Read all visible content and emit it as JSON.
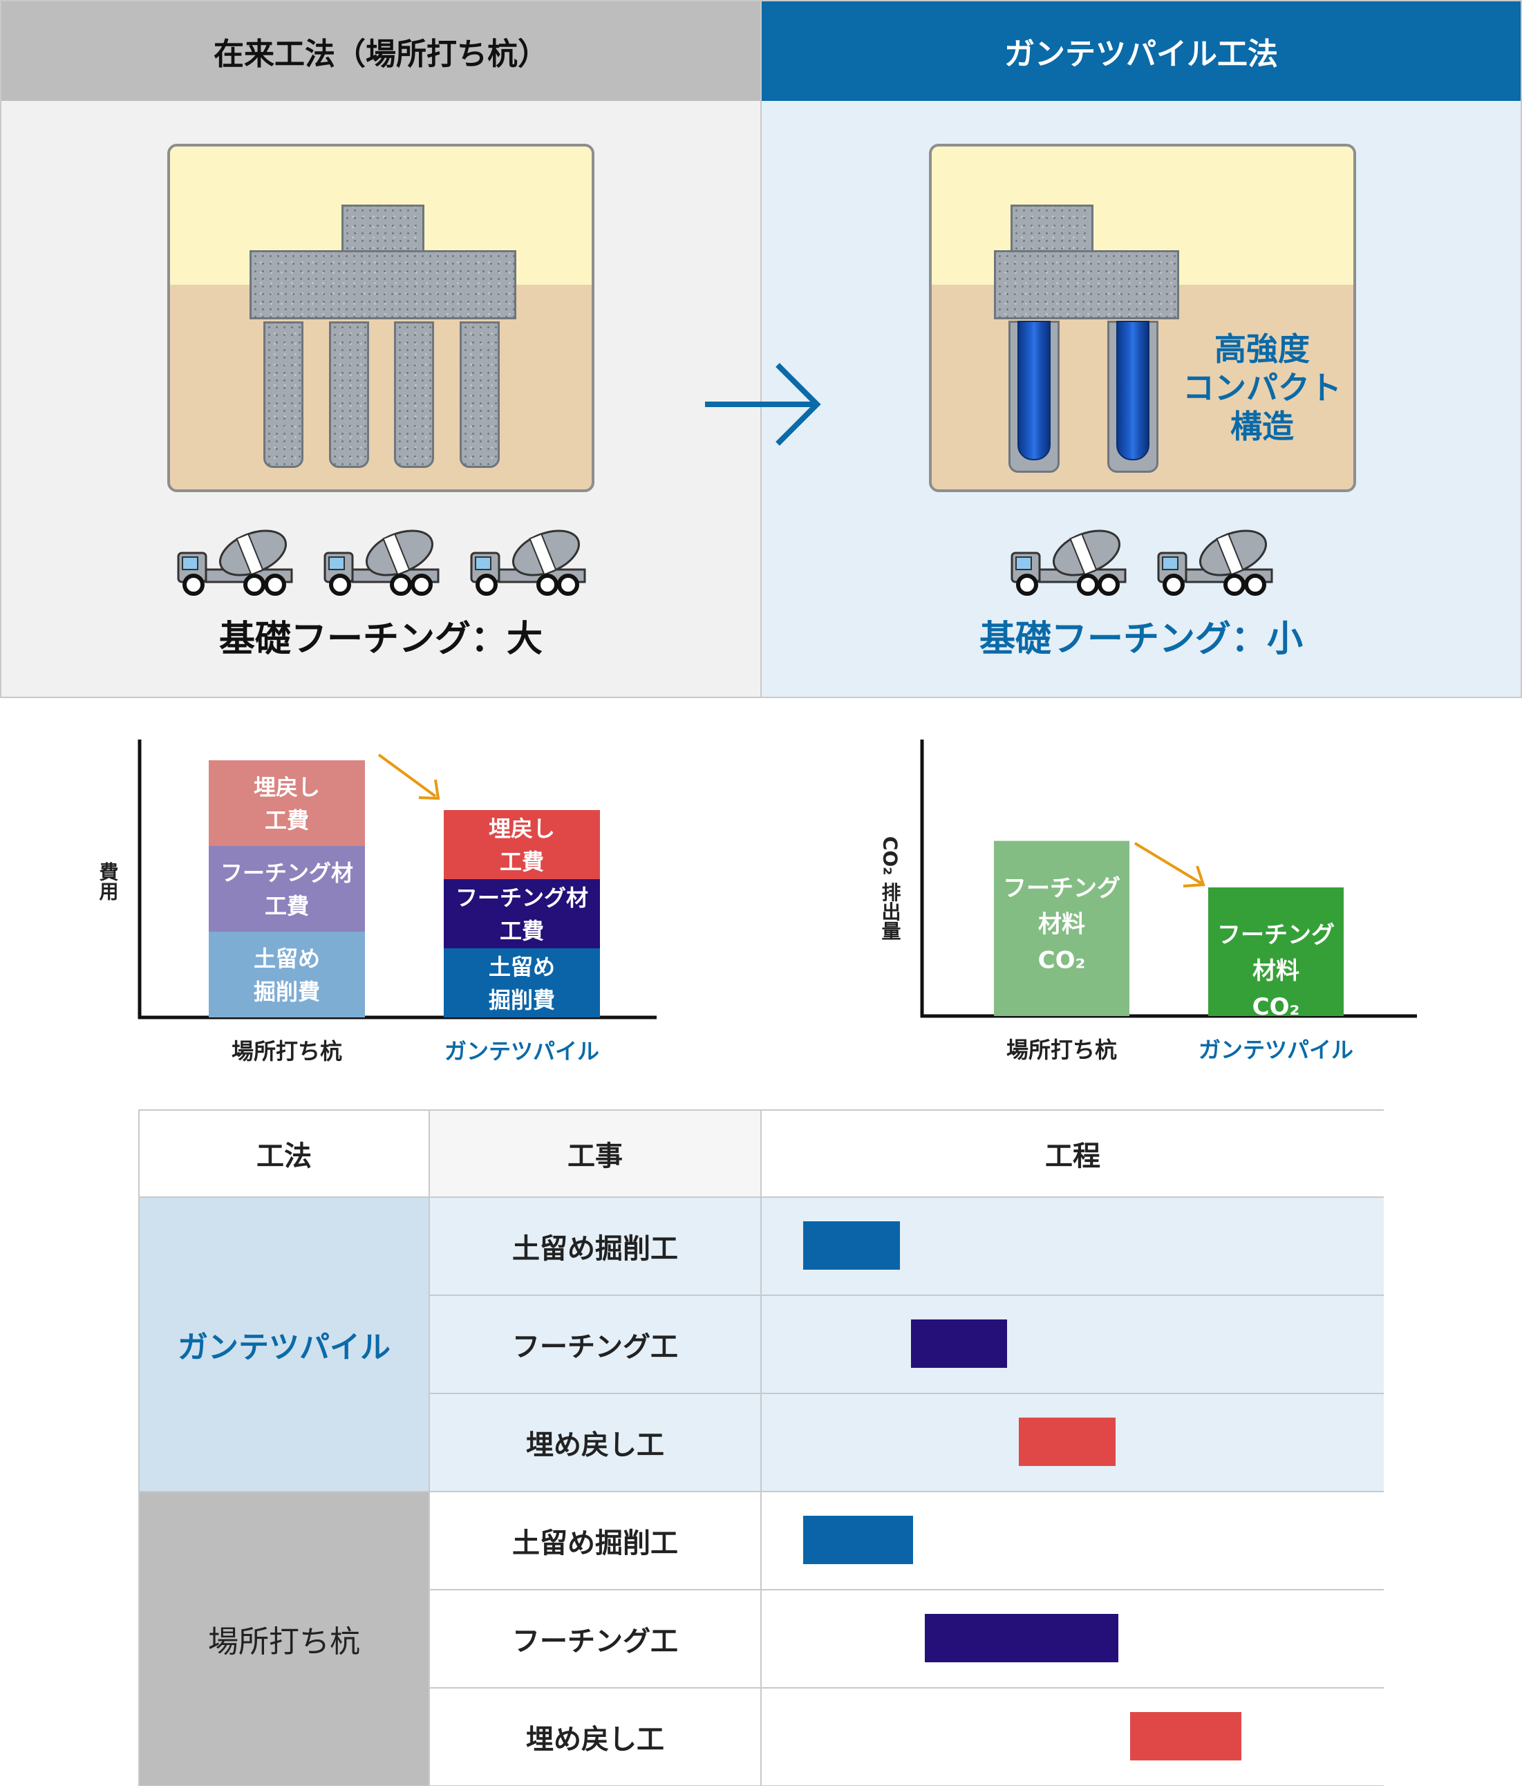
{
  "comparison": {
    "left": {
      "title": "在来工法（場所打ち杭）",
      "result": "基礎フーチング：大",
      "truck_count": 3
    },
    "right": {
      "title": "ガンテツパイル工法",
      "result": "基礎フーチング：小",
      "label": [
        "高強度",
        "コンパクト",
        "構造"
      ],
      "truck_count": 2
    },
    "colors": {
      "header_gray": "#bdbdbd",
      "header_blue": "#0b6aa8",
      "accent_blue": "#0b6aa8"
    }
  },
  "chart_data": [
    {
      "type": "bar",
      "stacked": true,
      "ylabel": "費用",
      "categories": [
        "場所打ち杭",
        "ガンテツパイル"
      ],
      "series": [
        {
          "name": "土留め掘削費",
          "label": [
            "土留め",
            "掘削費"
          ],
          "values": [
            31,
            25
          ],
          "colors": [
            "#7eadd4",
            "#0b64a8"
          ]
        },
        {
          "name": "フーチング材工費",
          "label": [
            "フーチング材",
            "工費"
          ],
          "values": [
            31,
            25
          ],
          "colors": [
            "#8e82bd",
            "#241078"
          ]
        },
        {
          "name": "埋戻し工費",
          "label": [
            "埋戻し",
            "工費"
          ],
          "values": [
            31,
            25
          ],
          "colors": [
            "#d98582",
            "#e04848"
          ]
        }
      ],
      "ylim": [
        0,
        100
      ]
    },
    {
      "type": "bar",
      "ylabel": "CO₂ 排出量",
      "categories": [
        "場所打ち杭",
        "ガンテツパイル"
      ],
      "series": [
        {
          "name": "フーチング材料CO₂",
          "label": [
            "フーチング",
            "材料",
            "CO₂"
          ],
          "values": [
            64,
            47
          ],
          "colors": [
            "#84bd84",
            "#36a038"
          ]
        }
      ],
      "ylim": [
        0,
        100
      ]
    }
  ],
  "schedule": {
    "headers": {
      "method": "工法",
      "work": "工事",
      "process": "工程"
    },
    "groups": [
      {
        "name": "ガンテツパイル",
        "rows": [
          {
            "work": "土留め掘削工",
            "start": 0.0,
            "end": 0.155,
            "color": "#0b64a8"
          },
          {
            "work": "フーチング工",
            "start": 0.173,
            "end": 0.328,
            "color": "#241078"
          },
          {
            "work": "埋め戻し工",
            "start": 0.347,
            "end": 0.502,
            "color": "#e04848"
          }
        ]
      },
      {
        "name": "場所打ち杭",
        "rows": [
          {
            "work": "土留め掘削工",
            "start": 0.0,
            "end": 0.177,
            "color": "#0b64a8"
          },
          {
            "work": "フーチング工",
            "start": 0.196,
            "end": 0.507,
            "color": "#241078"
          },
          {
            "work": "埋め戻し工",
            "start": 0.526,
            "end": 0.704,
            "color": "#e04848"
          }
        ]
      }
    ]
  }
}
